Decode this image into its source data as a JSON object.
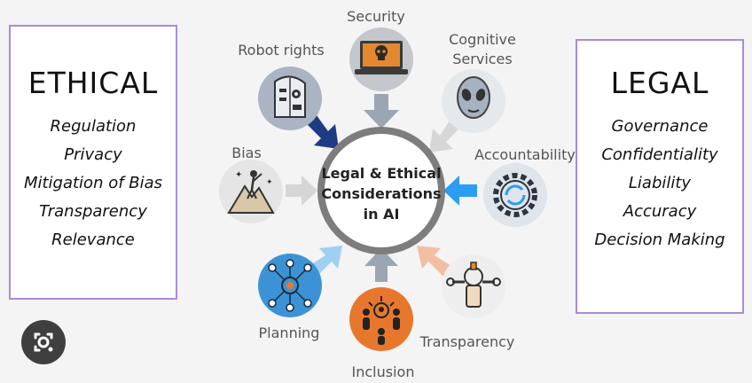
{
  "left_panel": {
    "title": "ETHICAL",
    "items": [
      "Regulation",
      "Privacy",
      "Mitigation of Bias",
      "Transparency",
      "Relevance"
    ]
  },
  "right_panel": {
    "title": "LEGAL",
    "items": [
      "Governance",
      "Confidentiality",
      "Liability",
      "Accuracy",
      "Decision Making"
    ]
  },
  "center": {
    "lines": [
      "Legal & Ethical",
      "Considerations",
      "in AI"
    ]
  },
  "nodes": {
    "security": "Security",
    "cognitive": [
      "Cognitive",
      "Services"
    ],
    "accountability": "Accountability",
    "transparency": "Transparency",
    "inclusion": "Inclusion",
    "planning": "Planning",
    "bias": "Bias",
    "robot_rights": "Robot rights"
  },
  "colors": {
    "panel_border": "#a98bd8",
    "ring": "#7d7d7d",
    "arrow_navy": "#1f3b82",
    "arrow_gray": "#9aa6b2",
    "arrow_lightgray": "#d6d6d6",
    "arrow_blue": "#2a9df4",
    "arrow_lightblue": "#9fd0f2",
    "arrow_peach": "#f3bfa4"
  },
  "icons": {
    "security": "laptop-skull-icon",
    "cognitive": "alien-head-icon",
    "accountability": "gear-cycle-icon",
    "transparency": "robot-wrench-icon",
    "inclusion": "people-network-icon",
    "planning": "network-people-icon",
    "bias": "mountain-climber-icon",
    "robot_rights": "robot-head-icon",
    "lens": "google-lens-icon"
  }
}
